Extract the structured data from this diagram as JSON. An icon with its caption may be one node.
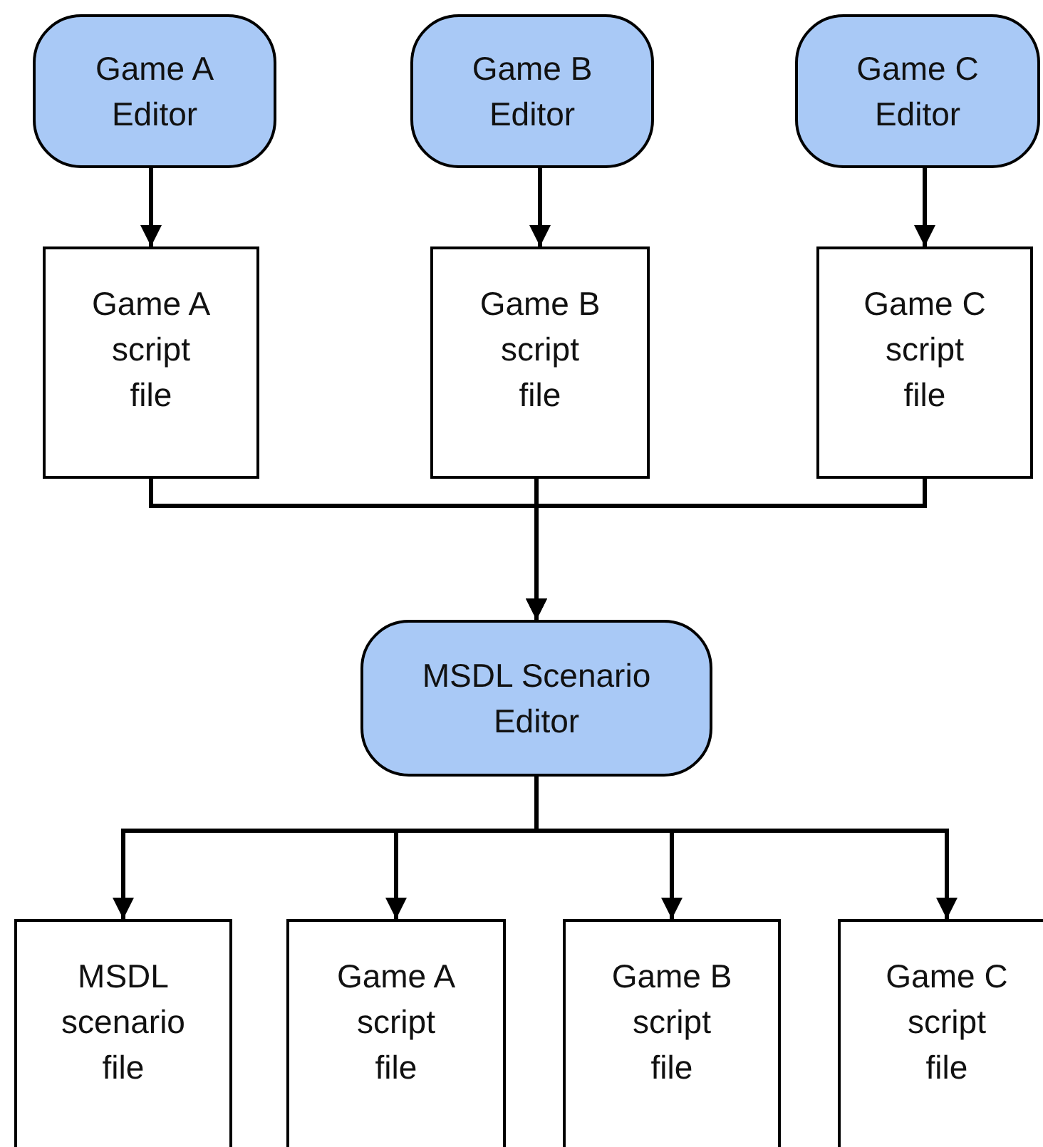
{
  "diagram": {
    "nodes": [
      {
        "text": [
          "Game A Editor"
        ]
      },
      {
        "text": [
          "Game B Editor"
        ]
      },
      {
        "text": [
          "Game C Editor"
        ]
      },
      {
        "text": [
          "Game A script file"
        ]
      },
      {
        "text": [
          "Game B script file"
        ]
      },
      {
        "text": [
          "Game C script file"
        ]
      },
      {
        "text": [
          "MSDL Scenario Editor"
        ]
      },
      {
        "text": [
          "MSDL scenario file"
        ]
      },
      {
        "text": [
          "Game A script file"
        ]
      },
      {
        "text": [
          "Game B script file"
        ]
      },
      {
        "text": [
          "Game C script file"
        ]
      }
    ],
    "edges": [
      {
        "from": 0,
        "to": 3,
        "arrow": "to"
      },
      {
        "from": 1,
        "to": 4,
        "arrow": "to"
      },
      {
        "from": 2,
        "to": 5,
        "arrow": "to"
      },
      {
        "from": 3,
        "to": 6,
        "arrow": "to"
      },
      {
        "from": 4,
        "to": 6,
        "arrow": "to"
      },
      {
        "from": 5,
        "to": 6,
        "arrow": "to"
      },
      {
        "from": 6,
        "to": 7,
        "arrow": "to"
      },
      {
        "from": 6,
        "to": 8,
        "arrow": "to"
      },
      {
        "from": 6,
        "to": 9,
        "arrow": "to"
      },
      {
        "from": 6,
        "to": 10,
        "arrow": "to"
      }
    ]
  }
}
